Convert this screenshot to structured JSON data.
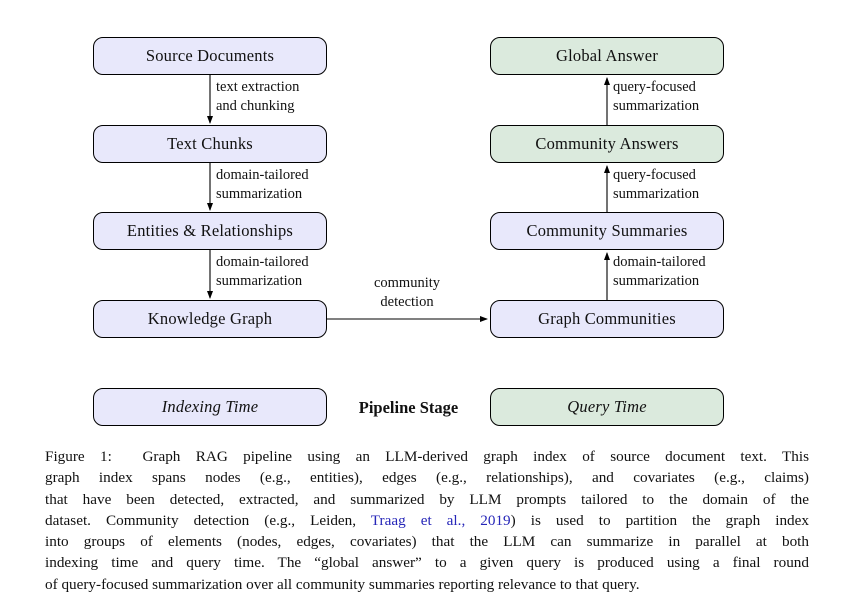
{
  "diagram": {
    "nodes": {
      "source_documents": {
        "label": "Source Documents"
      },
      "text_chunks": {
        "label": "Text Chunks"
      },
      "entities_relationships": {
        "label": "Entities & Relationships"
      },
      "knowledge_graph": {
        "label": "Knowledge Graph"
      },
      "graph_communities": {
        "label": "Graph Communities"
      },
      "community_summaries": {
        "label": "Community Summaries"
      },
      "community_answers": {
        "label": "Community Answers"
      },
      "global_answer": {
        "label": "Global Answer"
      }
    },
    "edge_labels": {
      "text_extraction": "text extraction\nand chunking",
      "domain_tailored_1": "domain-tailored\nsummarization",
      "domain_tailored_2": "domain-tailored\nsummarization",
      "community_detection": "community\ndetection",
      "domain_tailored_3": "domain-tailored\nsummarization",
      "query_focused_1": "query-focused\nsummarization",
      "query_focused_2": "query-focused\nsummarization"
    },
    "legend": {
      "indexing_time": "Indexing Time",
      "pipeline_stage": "Pipeline Stage",
      "query_time": "Query Time"
    },
    "colors": {
      "indexing_fill": "#e8e8fb",
      "query_fill": "#dbeadd",
      "border": "#000000",
      "arrow": "#000000",
      "citation": "#2626b8"
    }
  },
  "caption": {
    "line1": "Figure 1:  Graph RAG pipeline using an LLM-derived graph index of source document text. This",
    "line2": "graph index spans nodes (e.g., entities), edges (e.g., relationships), and covariates (e.g., claims)",
    "line3": "that have been detected, extracted, and summarized by LLM prompts tailored to the domain of the",
    "line4_before": "dataset. Community detection (e.g., Leiden, ",
    "line4_cite": "Traag et al., 2019",
    "line4_after": ") is used to partition the graph index",
    "line5": "into groups of elements (nodes, edges, covariates) that the LLM can summarize in parallel at both",
    "line6": "indexing time and query time. The “global answer” to a given query is produced using a final round",
    "line7": "of query-focused summarization over all community summaries reporting relevance to that query."
  }
}
